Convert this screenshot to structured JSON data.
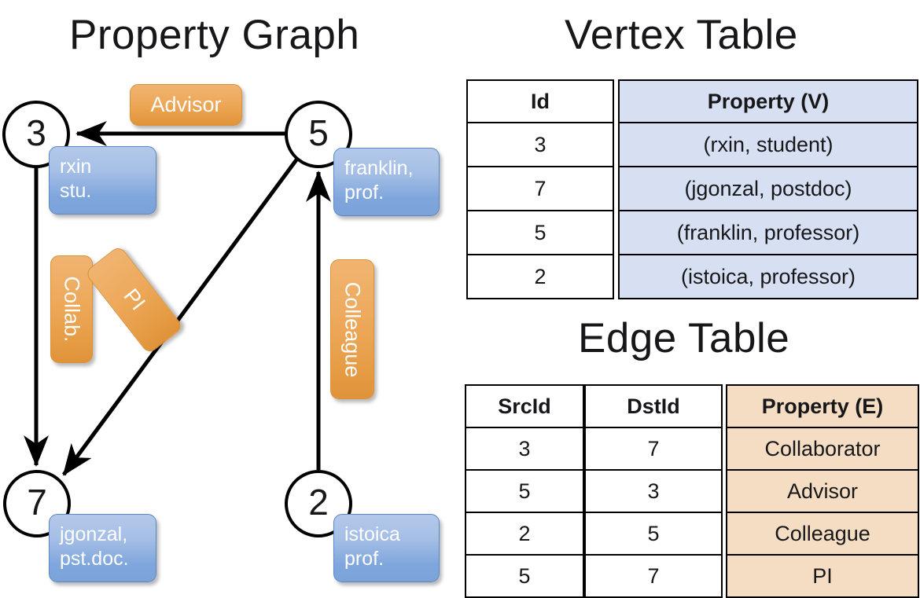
{
  "titles": {
    "property_graph": "Property Graph",
    "vertex_table": "Vertex Table",
    "edge_table": "Edge Table"
  },
  "graph": {
    "nodes": [
      {
        "id": "3",
        "label": "3",
        "property_lines": [
          "rxin",
          "stu."
        ]
      },
      {
        "id": "5",
        "label": "5",
        "property_lines": [
          "franklin,",
          "prof."
        ]
      },
      {
        "id": "7",
        "label": "7",
        "property_lines": [
          "jgonzal,",
          "pst.doc."
        ]
      },
      {
        "id": "2",
        "label": "2",
        "property_lines": [
          "istoica",
          "prof."
        ]
      }
    ],
    "edge_labels": [
      {
        "name": "advisor",
        "text": "Advisor"
      },
      {
        "name": "collab",
        "text": "Collab."
      },
      {
        "name": "pi",
        "text": "PI"
      },
      {
        "name": "colleague",
        "text": "Colleague"
      }
    ],
    "edges": [
      {
        "from": "5",
        "to": "3",
        "label": "Advisor"
      },
      {
        "from": "3",
        "to": "7",
        "label": "Collab."
      },
      {
        "from": "5",
        "to": "7",
        "label": "PI"
      },
      {
        "from": "2",
        "to": "5",
        "label": "Colleague"
      }
    ]
  },
  "vertex_table": {
    "headers": [
      "Id",
      "Property (V)"
    ],
    "rows": [
      {
        "id": "3",
        "property": "(rxin, student)"
      },
      {
        "id": "7",
        "property": "(jgonzal, postdoc)"
      },
      {
        "id": "5",
        "property": "(franklin, professor)"
      },
      {
        "id": "2",
        "property": "(istoica, professor)"
      }
    ]
  },
  "edge_table": {
    "headers": [
      "SrcId",
      "DstId",
      "Property (E)"
    ],
    "rows": [
      {
        "src": "3",
        "dst": "7",
        "property": "Collaborator"
      },
      {
        "src": "5",
        "dst": "3",
        "property": "Advisor"
      },
      {
        "src": "2",
        "dst": "5",
        "property": "Colleague"
      },
      {
        "src": "5",
        "dst": "7",
        "property": "PI"
      }
    ]
  },
  "colors": {
    "vertex_box_fill": "#a6bfe6",
    "edge_box_fill": "#eeaa5d",
    "vertex_table_fill": "#d6e0f2",
    "edge_table_fill": "#f5ddc3",
    "stroke": "#000000",
    "background": "#ffffff"
  }
}
